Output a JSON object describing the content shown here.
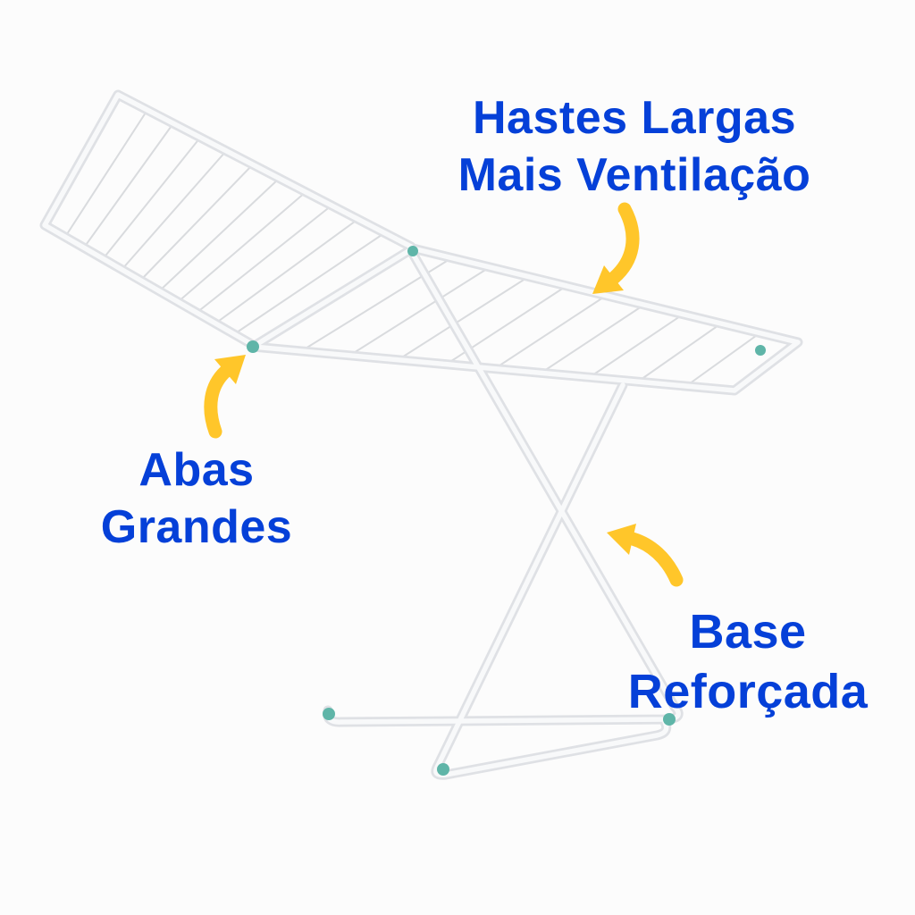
{
  "image": {
    "background_color": "#fcfcfc",
    "subject": "white winged clothes drying rack (varal de chão com abas)"
  },
  "annotations": {
    "hastes": {
      "line1": "Hastes Largas",
      "line2": "Mais Ventilação"
    },
    "abas": {
      "line1": "Abas",
      "line2": "Grandes"
    },
    "base": {
      "line1": "Base",
      "line2": "Reforçada"
    }
  },
  "colors": {
    "label_blue": "#0540d8",
    "arrow_yellow": "#ffc62a",
    "rack_tube_edge": "#dfe1e5",
    "rack_tube_fill": "#f8f9fa",
    "rack_wire": "#d9dbde",
    "cap_teal": "#5fb5a8"
  }
}
